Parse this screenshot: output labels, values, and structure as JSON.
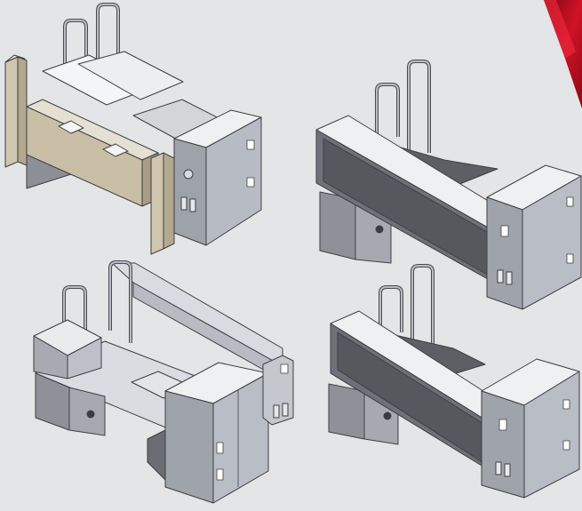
{
  "image": {
    "subject": "cad-renders-industrial-frame-assemblies",
    "background_color": "#e4e5e7",
    "accent_color": "#c8102e",
    "views": [
      {
        "name": "view-assembly-with-posts"
      },
      {
        "name": "view-assembly-with-dark-panel"
      },
      {
        "name": "view-assembly-open-plate"
      },
      {
        "name": "view-assembly-compact"
      }
    ]
  }
}
